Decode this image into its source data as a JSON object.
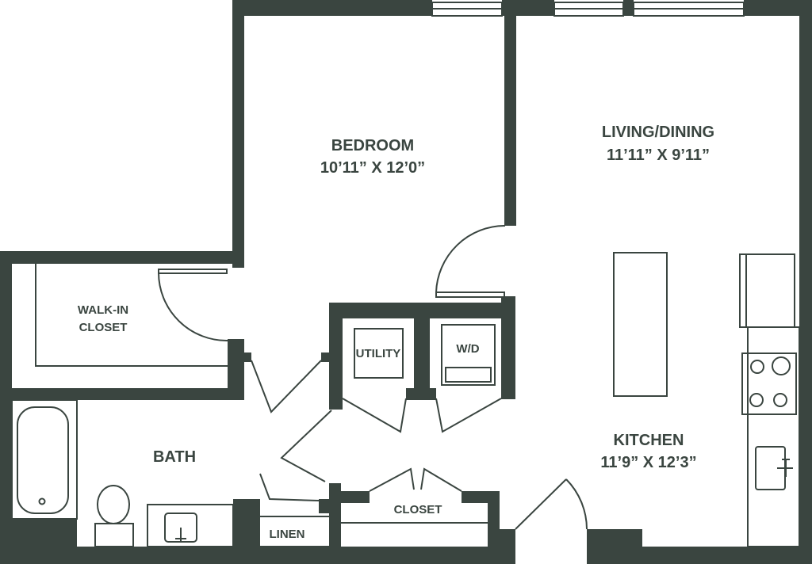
{
  "rooms": {
    "bedroom": {
      "name": "BEDROOM",
      "dims": "10’11” X 12’0”"
    },
    "living": {
      "name": "LIVING/DINING",
      "dims": "11’11” X 9’11”"
    },
    "kitchen": {
      "name": "KITCHEN",
      "dims": "11’9” X 12’3”"
    },
    "bath": {
      "name": "BATH"
    },
    "walkin": {
      "line1": "WALK-IN",
      "line2": "CLOSET"
    },
    "utility": {
      "name": "UTILITY"
    },
    "wd": {
      "name": "W/D"
    },
    "closet": {
      "name": "CLOSET"
    },
    "linen": {
      "name": "LINEN"
    }
  },
  "colors": {
    "wall": "#3a4540",
    "background": "#ffffff"
  }
}
